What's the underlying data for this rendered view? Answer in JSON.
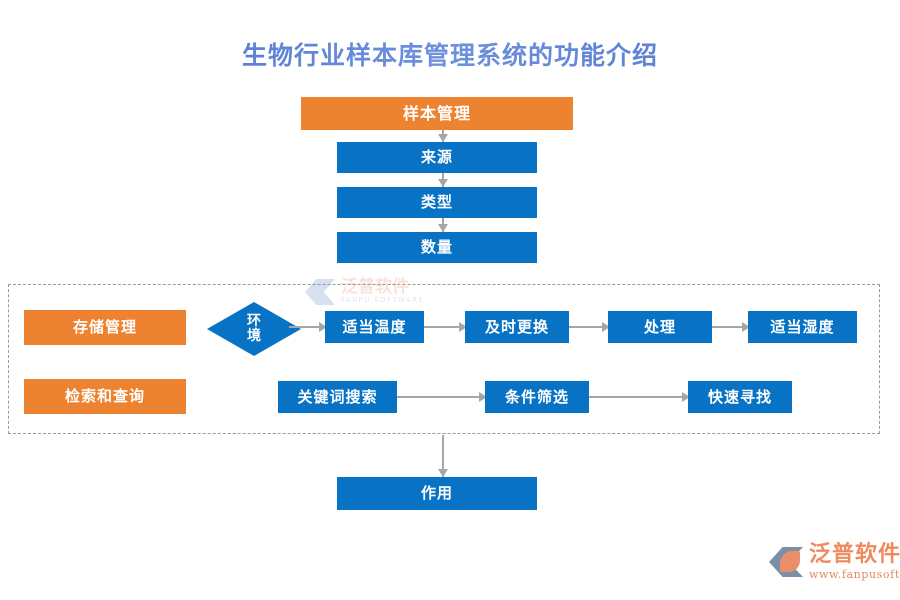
{
  "title": "生物行业样本库管理系统的功能介绍",
  "flow": {
    "top_chain": [
      {
        "id": "sample",
        "label": "样本管理",
        "color": "orange"
      },
      {
        "id": "source",
        "label": "来源",
        "color": "blue"
      },
      {
        "id": "type",
        "label": "类型",
        "color": "blue"
      },
      {
        "id": "count",
        "label": "数量",
        "color": "blue"
      }
    ],
    "storage_row": {
      "head": {
        "id": "storage",
        "label": "存储管理",
        "color": "orange"
      },
      "decision": {
        "id": "env",
        "label": "环境",
        "label_lines": [
          "环",
          "境"
        ],
        "shape": "diamond",
        "color": "blue"
      },
      "steps": [
        {
          "id": "temp",
          "label": "适当温度",
          "color": "blue"
        },
        {
          "id": "replace",
          "label": "及时更换",
          "color": "blue"
        },
        {
          "id": "process",
          "label": "处理",
          "color": "blue"
        },
        {
          "id": "humid",
          "label": "适当湿度",
          "color": "blue"
        }
      ]
    },
    "retrieval_row": {
      "head": {
        "id": "retrieval",
        "label": "检索和查询",
        "color": "orange"
      },
      "steps": [
        {
          "id": "keyword",
          "label": "关键词搜索",
          "color": "blue"
        },
        {
          "id": "filter",
          "label": "条件筛选",
          "color": "blue"
        },
        {
          "id": "fastfind",
          "label": "快速寻找",
          "color": "blue"
        }
      ]
    },
    "result": {
      "id": "effect",
      "label": "作用",
      "color": "blue"
    }
  },
  "watermark": {
    "cn": "泛普软件",
    "en": "FANPU SOFTWARE"
  },
  "brand": {
    "cn": "泛普软件",
    "url": "www.fanpusoft.com"
  },
  "colors": {
    "orange": "#ed8231",
    "blue": "#0873c4",
    "arrow": "#a6a6a6",
    "title": "#5b7fd4",
    "dashed_border": "#9a9a9a"
  }
}
